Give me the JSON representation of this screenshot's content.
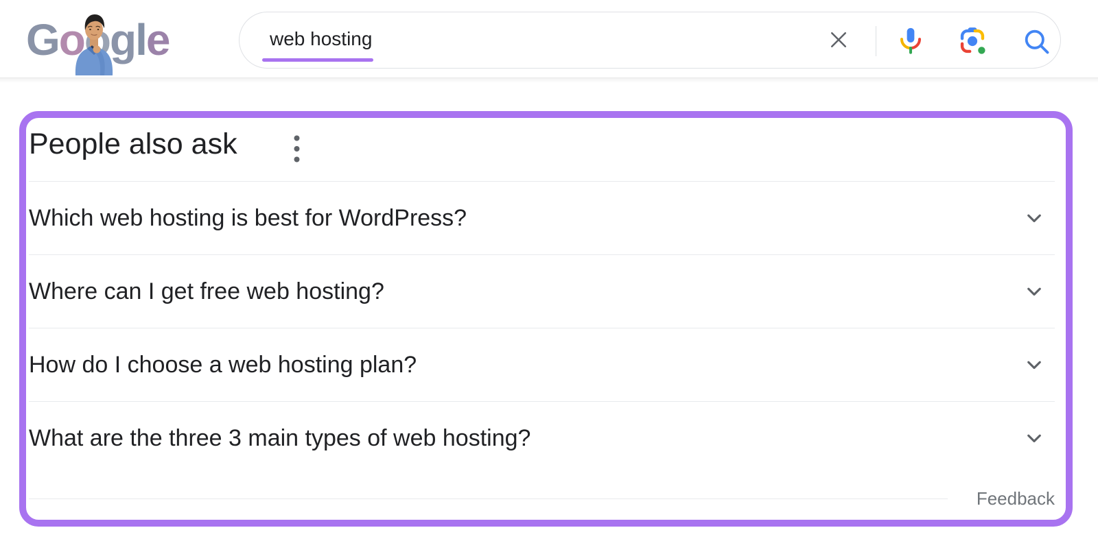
{
  "header": {
    "logo": {
      "word": "Google",
      "letters": [
        "G",
        "o",
        "o",
        "g",
        "l",
        "e"
      ],
      "doodle": "person-thinking-doodle"
    },
    "search": {
      "query": "web hosting",
      "clear_icon": "clear-x",
      "mic_icon": "google-voice-search",
      "lens_icon": "google-lens",
      "search_icon": "magnifier"
    }
  },
  "paa": {
    "title": "People also ask",
    "menu_icon": "three-dot-menu",
    "questions": [
      "Which web hosting is best for WordPress?",
      "Where can I get free web hosting?",
      "How do I choose a web hosting plan?",
      "What are the three 3 main types of web hosting?"
    ],
    "feedback_label": "Feedback"
  },
  "colors": {
    "annotation_purple": "#a873f0",
    "query_underline_purple": "#a873f0",
    "text_dark": "#202124",
    "text_gray": "#70757a",
    "icon_gray": "#5f6368",
    "divider_gray": "#e8eaed",
    "search_border": "#dfe1e5",
    "google_blue": "#4285f4",
    "google_red": "#ea4335",
    "google_yellow": "#f4b400",
    "google_green": "#34a853"
  }
}
